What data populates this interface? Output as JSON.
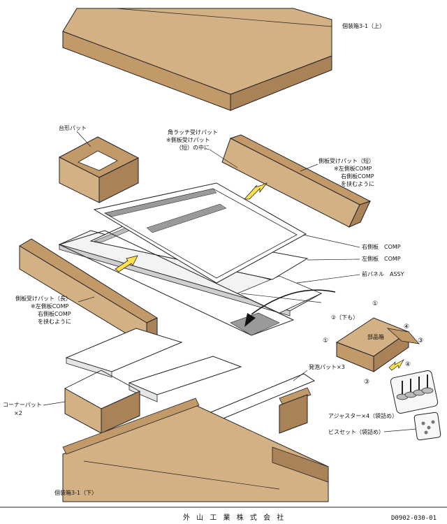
{
  "colors": {
    "cardboard": "#d4b185",
    "cardboard_side": "#c29a6a",
    "cardboard_dark": "#a98257",
    "foam": "#ffffff",
    "frame": "#e9e9e9",
    "arrow": "#ffe14d",
    "line": "#222222"
  },
  "labels": {
    "top_box": "個装箱3-1（上）",
    "base_pad": "台形パット",
    "corner_latch_1": "角ラッチ受けパット",
    "corner_latch_2": "※側板受けパット",
    "corner_latch_3": "（短）の中に",
    "side_pad_short_1": "側板受けパット（短）",
    "side_pad_short_2": "※左側板COMP",
    "side_pad_short_3": "右側板COMP",
    "side_pad_short_4": "を挟むように",
    "right_panel": "右側板　COMP",
    "left_panel": "左側板　COMP",
    "front_panel": "前パネル　ASSY",
    "side_pad_long_1": "側板受けパット（長）",
    "side_pad_long_2": "※左側板COMP",
    "side_pad_long_3": "右側板COMP",
    "side_pad_long_4": "を挟むように",
    "parts_box": "部品箱",
    "down_fold": "②（下も）",
    "foam_pad": "発泡パット×3",
    "corner_pad_1": "コーナーパット",
    "corner_pad_2": "×2",
    "adjuster": "アジャスター×4（袋詰め）",
    "screw_set": "ビスセット（袋詰め）",
    "bottom_box": "個装箱3-1（下）"
  },
  "step_marks": {
    "one": "①",
    "two": "②",
    "three": "③",
    "four": "④"
  },
  "footer": {
    "company": "外 山 工 業 株 式 会 社",
    "code": "D0902-030-01"
  }
}
